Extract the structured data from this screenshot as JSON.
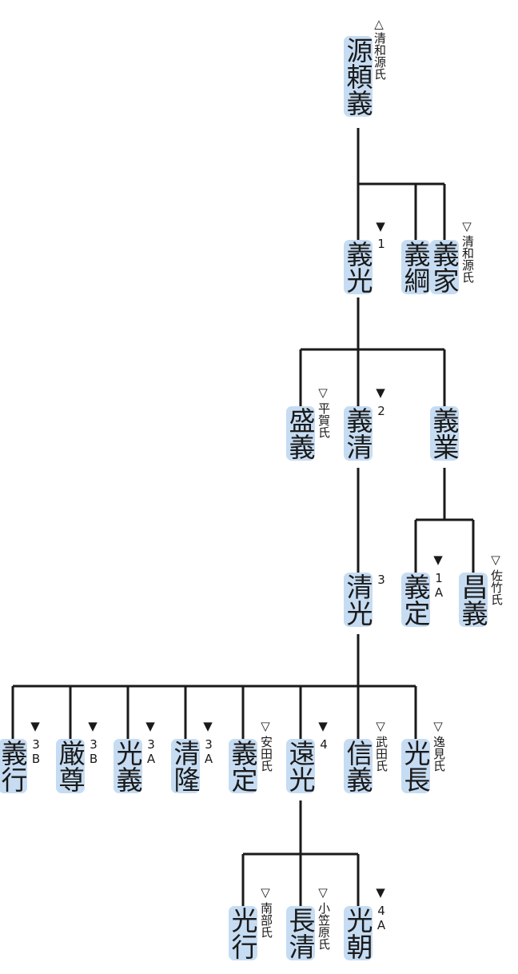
{
  "marks": {
    "filled": "▼",
    "hollow": "▽",
    "up": "△"
  },
  "colors": {
    "name_fill": "#c6dcf2",
    "line": "#1a1a1a"
  },
  "people": {
    "yoriyoshi": {
      "name": "源頼義",
      "note": "清和源氏"
    },
    "yoshimitsu": {
      "name": "義光",
      "num": "1"
    },
    "yoshitsuna": {
      "name": "義綱"
    },
    "yoshiie": {
      "name": "義家",
      "note": "清和源氏"
    },
    "moriyoshi": {
      "name": "盛義",
      "note": "平賀氏"
    },
    "yoshikiyo": {
      "name": "義清",
      "num": "2"
    },
    "yoshinari": {
      "name": "義業"
    },
    "kiyomitsu": {
      "name": "清光",
      "num": "3"
    },
    "yoshisada1": {
      "name": "義定",
      "num": "1A"
    },
    "masayoshi": {
      "name": "昌義",
      "note": "佐竹氏"
    },
    "yoshiyuki": {
      "name": "義行",
      "num": "3B"
    },
    "gonson": {
      "name": "厳尊",
      "num": "3B"
    },
    "mitsuyoshi": {
      "name": "光義",
      "num": "3A"
    },
    "kiyotaka": {
      "name": "清隆",
      "num": "3A"
    },
    "yoshisada2": {
      "name": "義定",
      "note": "安田氏"
    },
    "toomitsu": {
      "name": "遠光",
      "num": "4"
    },
    "nobuyoshi": {
      "name": "信義",
      "note": "武田氏"
    },
    "mitsunaga": {
      "name": "光長",
      "note": "逸見氏"
    },
    "mitsuyuki": {
      "name": "光行",
      "note": "南部氏"
    },
    "nagakiyo": {
      "name": "長清",
      "note": "小笠原氏"
    },
    "mitsutomo": {
      "name": "光朝",
      "num": "4A"
    }
  }
}
